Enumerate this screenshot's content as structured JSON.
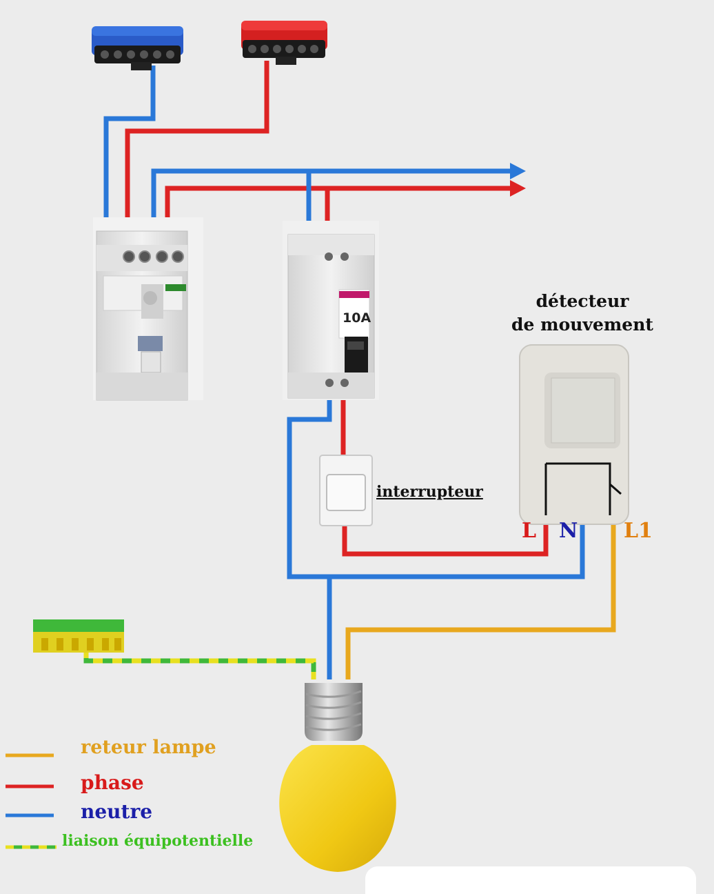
{
  "diagram": {
    "detector_label": "détecteur de mouvement",
    "switch_label": "interrupteur",
    "terminal_L": "L",
    "terminal_N": "N",
    "terminal_L1": "L1",
    "breaker_rating": "10A"
  },
  "legend": [
    {
      "text": "reteur lampe",
      "color": "#e8a81e"
    },
    {
      "text": "phase",
      "color": "#dd2323"
    },
    {
      "text": "neutre",
      "color": "#2a78d8"
    },
    {
      "text": "liaison équipotentielle",
      "color": "#9bd12a"
    }
  ],
  "colors": {
    "phase": "#dd2323",
    "neutral": "#2a78d8",
    "lamp_return": "#e8a81e",
    "earth_green": "#3fb83a",
    "earth_yellow": "#e8e020",
    "bulb": "#f4d11a"
  },
  "icons": [
    "neutral-busbar-icon",
    "phase-busbar-icon",
    "rcd-icon",
    "circuit-breaker-icon",
    "light-switch-icon",
    "motion-detector-icon",
    "light-bulb-icon",
    "earth-terminal-block-icon"
  ]
}
